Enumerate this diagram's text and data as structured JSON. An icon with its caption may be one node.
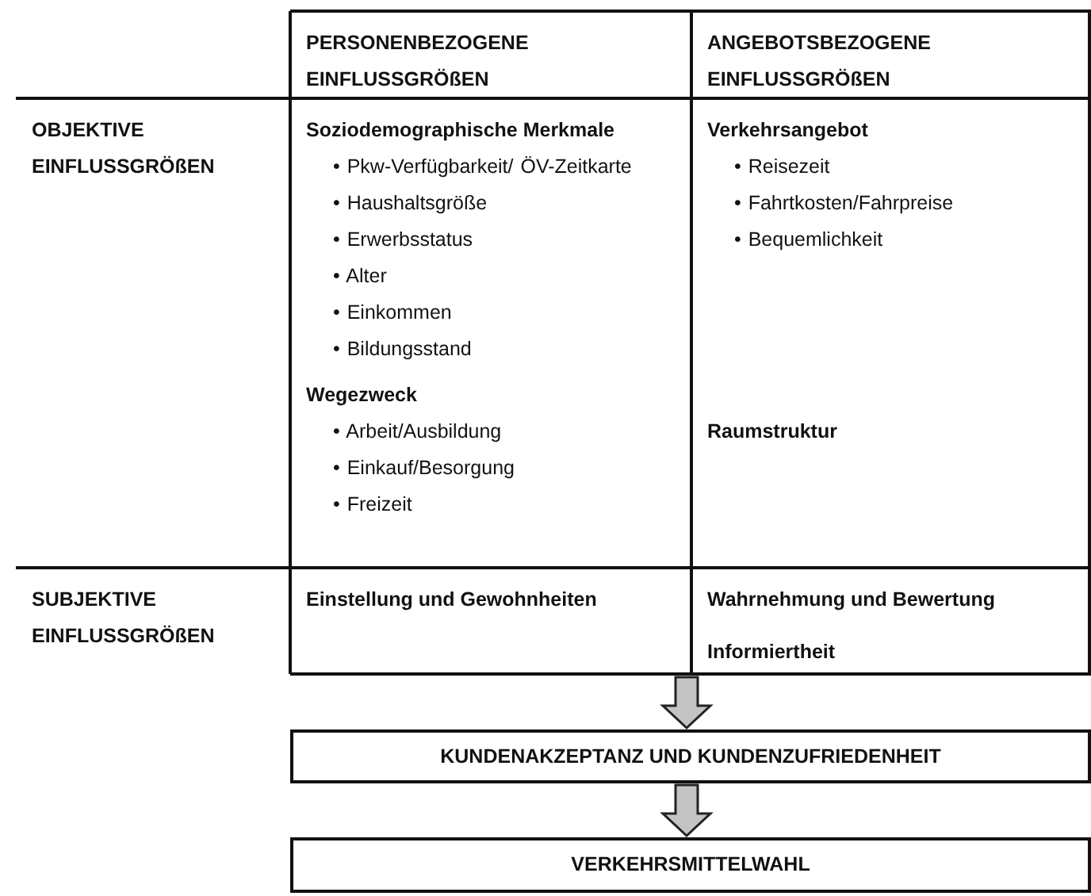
{
  "diagram": {
    "nodes": [
      {
        "text": [],
        "shape": "box"
      },
      {
        "text": [
          "PERSONENBEZOGENE EINFLUSSGRÖßEN"
        ],
        "in": 0
      },
      {
        "text": [
          "ANGEBOTSBEZOGENE EINFLUSSGRÖßEN"
        ],
        "in": 0
      },
      {
        "text": [
          "OBJEKTIVE EINFLUSSGRÖßEN"
        ],
        "in": 0
      },
      {
        "text": [
          "Soziodemographische Merkmale",
          "• Pkw-Verfügbarkeit/ ÖV-Zeitkarte",
          "• Haushaltsgröße",
          "• Erwerbsstatus",
          "• Alter",
          "• Einkommen",
          "• Bildungsstand",
          "Wegezweck",
          "• Arbeit/Ausbildung",
          "• Einkauf/Besorgung",
          "• Freizeit"
        ],
        "in": 0
      },
      {
        "text": [
          "Verkehrsangebot",
          "• Reisezeit",
          "• Fahrtkosten/Fahrpreise",
          "• Bequemlichkeit",
          "Raumstruktur"
        ],
        "in": 0
      },
      {
        "text": [
          "SUBJEKTIVE EINFLUSSGRÖßEN"
        ],
        "in": 0
      },
      {
        "text": [
          "Einstellung und Gewohnheiten"
        ],
        "in": 0
      },
      {
        "text": [
          "Wahrnehmung und Bewertung",
          "Informiertheit"
        ],
        "in": 0
      },
      {
        "text": [
          "KUNDENAKZEPTANZ UND KUNDENZUFRIEDENHEIT"
        ]
      },
      {
        "text": [
          "VERKEHRSMITTELWAHL"
        ]
      }
    ],
    "edges": [
      {
        "from": 0,
        "to": 9,
        "arrow": "to"
      },
      {
        "from": 9,
        "to": 10,
        "arrow": "to"
      }
    ]
  }
}
